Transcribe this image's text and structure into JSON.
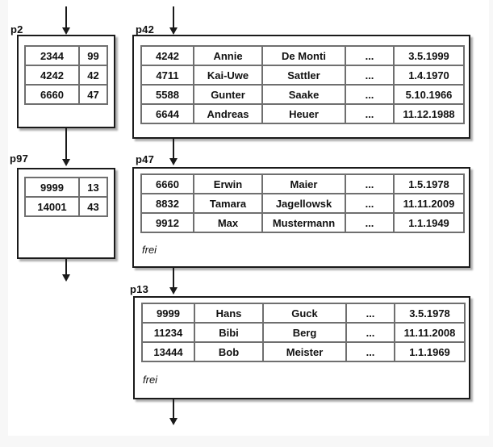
{
  "pages": {
    "p2": {
      "label": "p2",
      "rows": [
        [
          "2344",
          "99"
        ],
        [
          "4242",
          "42"
        ],
        [
          "6660",
          "47"
        ]
      ]
    },
    "p42": {
      "label": "p42",
      "rows": [
        [
          "4242",
          "Annie",
          "De Monti",
          "...",
          "3.5.1999"
        ],
        [
          "4711",
          "Kai-Uwe",
          "Sattler",
          "...",
          "1.4.1970"
        ],
        [
          "5588",
          "Gunter",
          "Saake",
          "...",
          "5.10.1966"
        ],
        [
          "6644",
          "Andreas",
          "Heuer",
          "...",
          "11.12.1988"
        ]
      ]
    },
    "p97": {
      "label": "p97",
      "rows": [
        [
          "9999",
          "13"
        ],
        [
          "14001",
          "43"
        ]
      ]
    },
    "p47": {
      "label": "p47",
      "rows": [
        [
          "6660",
          "Erwin",
          "Maier",
          "...",
          "1.5.1978"
        ],
        [
          "8832",
          "Tamara",
          "Jagellowsk",
          "...",
          "11.11.2009"
        ],
        [
          "9912",
          "Max",
          "Mustermann",
          "...",
          "1.1.1949"
        ]
      ],
      "free_label": "frei"
    },
    "p13": {
      "label": "p13",
      "rows": [
        [
          "9999",
          "Hans",
          "Guck",
          "...",
          "3.5.1978"
        ],
        [
          "11234",
          "Bibi",
          "Berg",
          "...",
          "11.11.2008"
        ],
        [
          "13444",
          "Bob",
          "Meister",
          "...",
          "1.1.1969"
        ]
      ],
      "free_label": "frei"
    }
  },
  "colors": {
    "box_border": "#1a1a1a",
    "table_border": "#6f6f6f",
    "arrow": "#1a1a1a",
    "slide_background": "#ffffff",
    "margin_background": "#f7f7f7",
    "text": "#111111"
  }
}
